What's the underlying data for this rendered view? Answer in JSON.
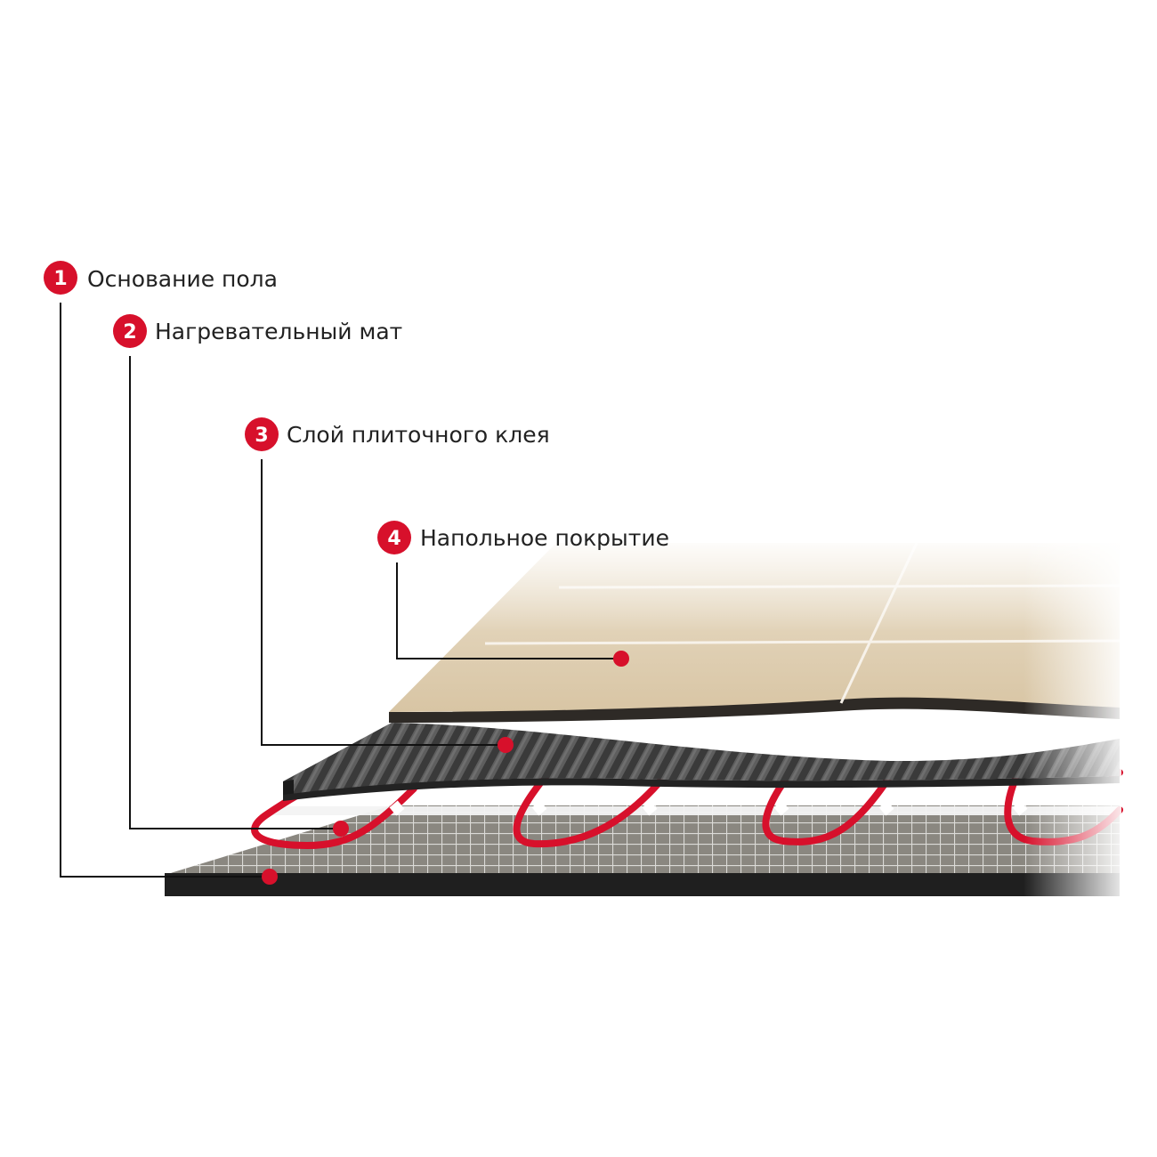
{
  "diagram": {
    "accent_color": "#d7102b",
    "layers": [
      {
        "number": "1",
        "label": "Основание пола"
      },
      {
        "number": "2",
        "label": "Нагревательный мат"
      },
      {
        "number": "3",
        "label": "Слой плиточного клея"
      },
      {
        "number": "4",
        "label": "Напольное покрытие"
      }
    ]
  }
}
